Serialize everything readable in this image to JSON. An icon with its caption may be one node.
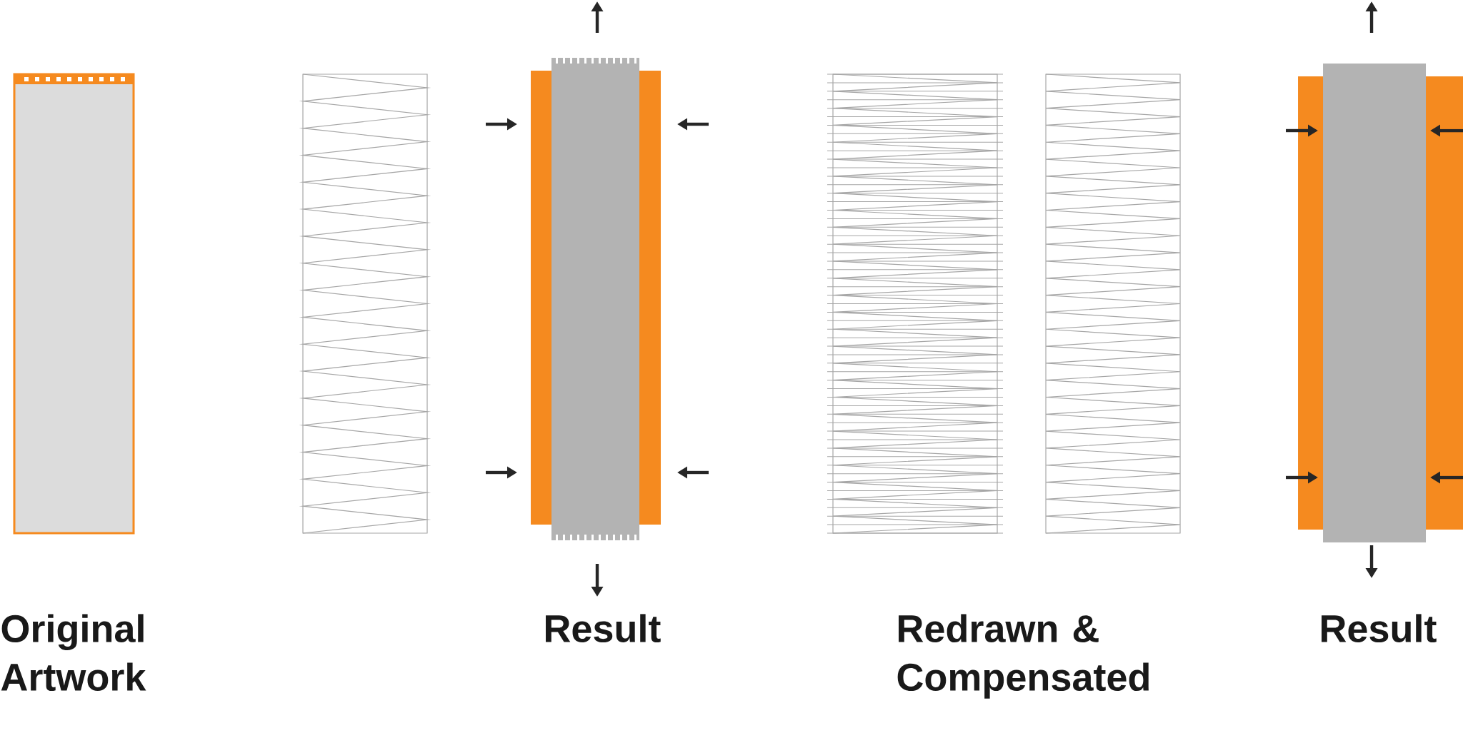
{
  "diagram": {
    "labels": [
      "Original Artwork",
      "Result",
      "Redrawn & Compensated",
      "Result"
    ]
  }
}
